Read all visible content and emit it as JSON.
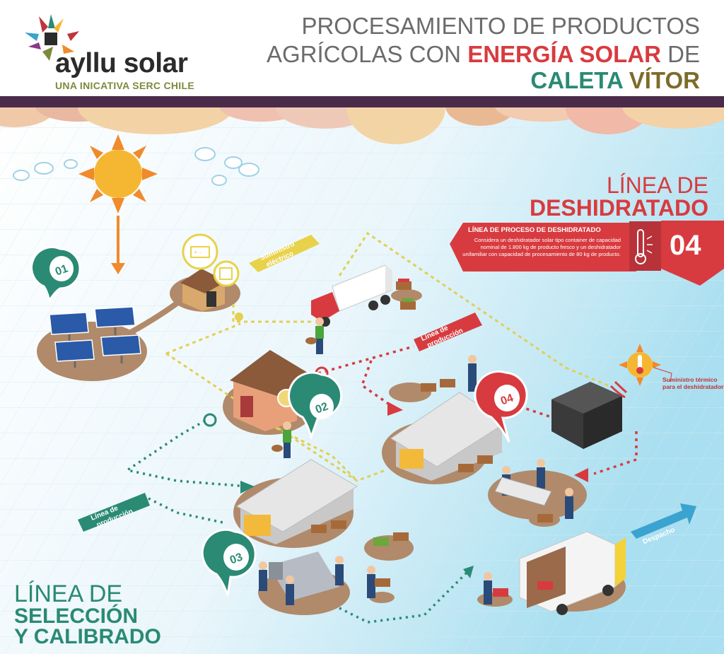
{
  "header": {
    "logo_name": "ayllu solar",
    "logo_subtitle": "UNA INICATIVA SERC CHILE",
    "title_line1": "PROCESAMIENTO DE PRODUCTOS",
    "title_line2_a": "AGRÍCOLAS CON ",
    "title_line2_b": "ENERGÍA SOLAR",
    "title_line2_c": " DE",
    "title_line3_a": "CALETA ",
    "title_line3_b": "VÍTOR"
  },
  "dehydration": {
    "title_a": "LÍNEA DE",
    "title_b": "DESHIDRATADO",
    "panel_heading": "LÍNEA DE PROCESO DE DESHIDRATADO",
    "panel_body": "Considera un deshidratador solar tipo container de capacidad nominal de 1.800 kg de producto fresco y un deshidratador unifamiliar con capacidad de procesamiento de 80 kg de producto.",
    "badge": "04"
  },
  "selection": {
    "title_a": "LÍNEA DE",
    "title_b": "SELECCIÓN",
    "title_c": "Y CALIBRADO"
  },
  "labels": {
    "electric": [
      "Suministro",
      "eléctrico"
    ],
    "production_top": [
      "Línea de",
      "producción"
    ],
    "production_left": [
      "Línea de",
      "producción"
    ],
    "dispatch": "Despacho",
    "thermal": "Suministro térmico para el deshidratador"
  },
  "markers": [
    "01",
    "02",
    "03",
    "04"
  ],
  "colors": {
    "red": "#d83b3f",
    "teal": "#2a8a74",
    "yellow": "#e8d24a",
    "purple": "#4a2c4a",
    "sun": "#f5b731",
    "ground": "#b08a6a"
  }
}
